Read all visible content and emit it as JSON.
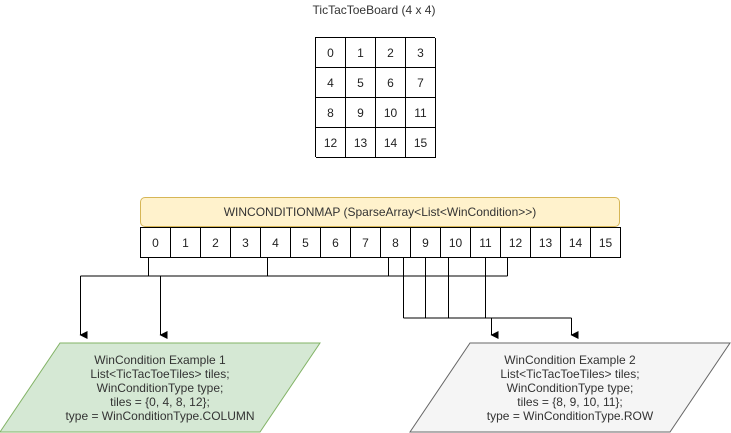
{
  "board": {
    "title": "TicTacToeBoard (4 x 4)",
    "cells": [
      "0",
      "1",
      "2",
      "3",
      "4",
      "5",
      "6",
      "7",
      "8",
      "9",
      "10",
      "11",
      "12",
      "13",
      "14",
      "15"
    ]
  },
  "map": {
    "label": "WINCONDITIONMAP (SparseArray<List<WinCondition>>)",
    "indices": [
      "0",
      "1",
      "2",
      "3",
      "4",
      "5",
      "6",
      "7",
      "8",
      "9",
      "10",
      "11",
      "12",
      "13",
      "14",
      "15"
    ]
  },
  "win_conditions": [
    {
      "lines": [
        "WinCondition Example 1",
        "List<TicTacToeTiles> tiles;",
        "WinConditionType type;",
        "tiles = {0, 4, 8, 12};",
        "type = WinConditionType.COLUMN"
      ],
      "fill": "#d5e8d4",
      "stroke": "#82b366"
    },
    {
      "lines": [
        "WinCondition Example 2",
        "List<TicTacToeTiles> tiles;",
        "WinConditionType type;",
        "tiles = {8, 9, 10, 11};",
        "type = WinConditionType.ROW"
      ],
      "fill": "#f5f5f5",
      "stroke": "#666666"
    }
  ]
}
